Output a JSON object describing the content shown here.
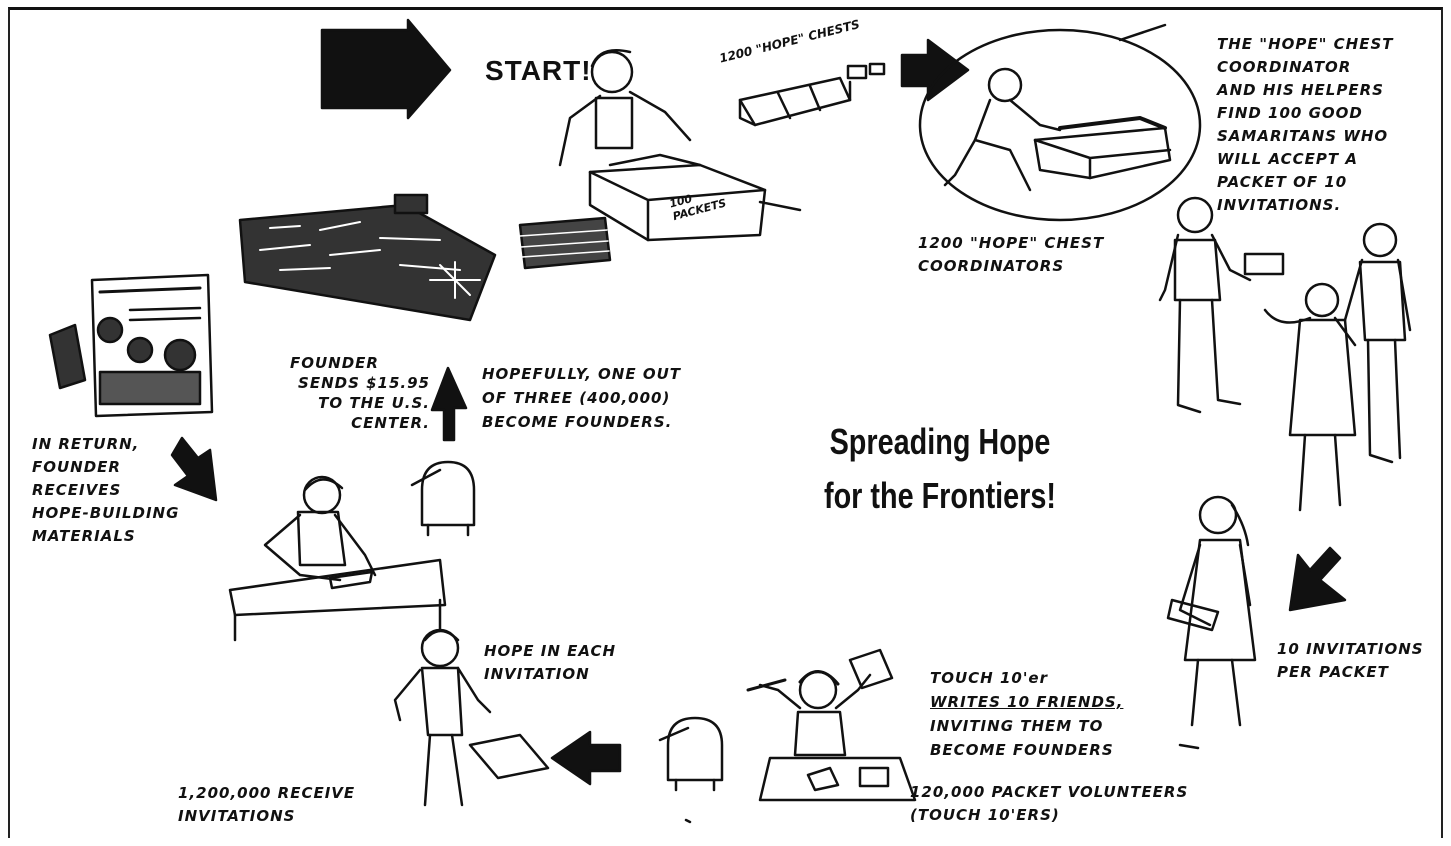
{
  "title": {
    "line1": "Spreading Hope",
    "line2": "for the Frontiers!"
  },
  "start_label": "START!",
  "chests_label": "1200 \"HOPE\" CHESTS",
  "box_label": [
    "100",
    "PACKETS"
  ],
  "coordinator_caption": [
    "THE \"HOPE\" CHEST",
    "COORDINATOR",
    "AND HIS HELPERS",
    "FIND 100 GOOD",
    "SAMARITANS WHO",
    "WILL ACCEPT A",
    "PACKET OF 10",
    "INVITATIONS."
  ],
  "chest_coordinators_caption": [
    "1200 \"HOPE\" CHEST",
    "COORDINATORS"
  ],
  "invitations_per_packet": [
    "10 INVITATIONS",
    "PER PACKET"
  ],
  "touch10_caption": [
    "TOUCH 10'er",
    "WRITES 10 FRIENDS,",
    "INVITING THEM TO",
    "BECOME FOUNDERS"
  ],
  "packet_volunteers": [
    "120,000 PACKET VOLUNTEERS",
    "(TOUCH 10'ERS)"
  ],
  "hope_invitation": [
    "HOPE IN EACH",
    "INVITATION"
  ],
  "receive_invitations": [
    "1,200,000 RECEIVE",
    "INVITATIONS"
  ],
  "founder_sends": [
    "FOUNDER",
    "SENDS $15.95",
    "TO THE U.S.",
    "CENTER."
  ],
  "hopefully": [
    "HOPEFULLY, ONE OUT",
    "OF THREE (400,000)",
    "BECOME FOUNDERS."
  ],
  "in_return": [
    "IN RETURN,",
    "FOUNDER",
    "RECEIVES",
    "HOPE-BUILDING",
    "MATERIALS"
  ]
}
